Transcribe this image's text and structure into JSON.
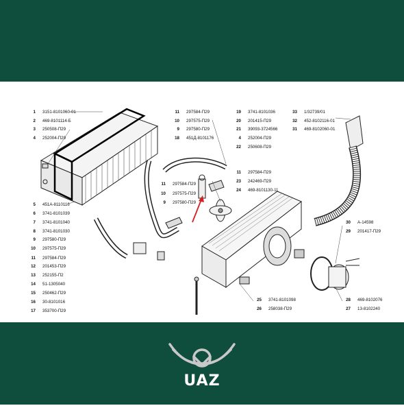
{
  "brand": {
    "name": "UAZ",
    "logo_icon": "uaz-bird-emblem"
  },
  "colors": {
    "band": "#0f4d3c",
    "logo": "#c8c8c8",
    "callout_arrow": "#d42020"
  },
  "callouts_left": [
    {
      "n": "1",
      "code": "3151-8101060-01"
    },
    {
      "n": "2",
      "code": "469-8101114-Б"
    },
    {
      "n": "3",
      "code": "250508-П29"
    },
    {
      "n": "4",
      "code": "252004-П29"
    },
    {
      "n": "5",
      "code": "451А-8110116"
    },
    {
      "n": "6",
      "code": "3741-8101039"
    },
    {
      "n": "7",
      "code": "3741-8101040"
    },
    {
      "n": "8",
      "code": "3741-8101030"
    },
    {
      "n": "9",
      "code": "297580-П29"
    },
    {
      "n": "10",
      "code": "297575-П29"
    },
    {
      "n": "11",
      "code": "297584-П29"
    },
    {
      "n": "12",
      "code": "201453-П29"
    },
    {
      "n": "13",
      "code": "252155-П2"
    },
    {
      "n": "14",
      "code": "51-1305040"
    },
    {
      "n": "15",
      "code": "250462-П29"
    },
    {
      "n": "16",
      "code": "30-8101016"
    },
    {
      "n": "17",
      "code": "353700-П29"
    }
  ],
  "callouts_midleft_top": [
    {
      "n": "11",
      "code": "297584-П29"
    },
    {
      "n": "10",
      "code": "297575-П29"
    },
    {
      "n": "9",
      "code": "297580-П29"
    },
    {
      "n": "18",
      "code": "451Д-8101176"
    }
  ],
  "callouts_midleft_low": [
    {
      "n": "11",
      "code": "297584-П29"
    },
    {
      "n": "10",
      "code": "297575-П29"
    },
    {
      "n": "9",
      "code": "297580-П29"
    }
  ],
  "callouts_center_top": [
    {
      "n": "19",
      "code": "3741-8101036"
    },
    {
      "n": "20",
      "code": "201415-П29"
    },
    {
      "n": "21",
      "code": "39093-3724566"
    },
    {
      "n": "4",
      "code": "252004-П29"
    },
    {
      "n": "22",
      "code": "250608-П29"
    }
  ],
  "callouts_center_mid": [
    {
      "n": "11",
      "code": "297584-П29"
    },
    {
      "n": "23",
      "code": "242469-П29"
    },
    {
      "n": "24",
      "code": "469-8101130-11"
    }
  ],
  "callouts_right_top": [
    {
      "n": "33",
      "code": "1/32739/01"
    },
    {
      "n": "32",
      "code": "452-8102116-01"
    },
    {
      "n": "31",
      "code": "469-8102060-01"
    }
  ],
  "callouts_right_mid": [
    {
      "n": "30",
      "code": "А-14598"
    },
    {
      "n": "29",
      "code": "201417-П29"
    }
  ],
  "callouts_bottom_center": [
    {
      "n": "25",
      "code": "3741-8101098"
    },
    {
      "n": "26",
      "code": "258038-П29"
    }
  ],
  "callouts_bottom_right": [
    {
      "n": "28",
      "code": "469-8102076"
    },
    {
      "n": "27",
      "code": "13-8102240"
    }
  ]
}
